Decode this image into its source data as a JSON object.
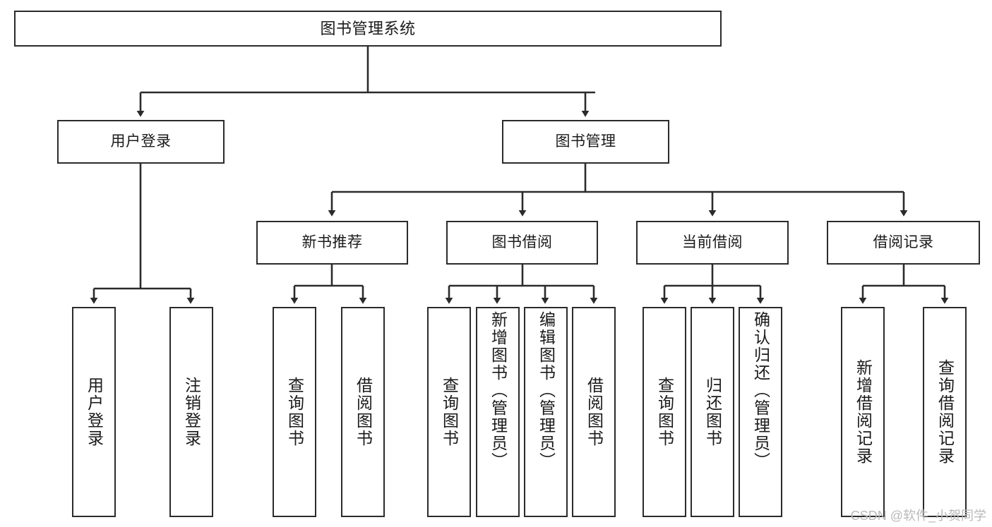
{
  "diagram": {
    "title": "图书管理系统",
    "type": "tree",
    "watermark": "CSDN @软件_小贺同学",
    "colors": {
      "box_border": "#2b2b2b",
      "box_fill": "#ffffff",
      "edge": "#2b2b2b",
      "text": "#1a1a1a",
      "watermark": "#b9b9b9"
    },
    "nodes": {
      "root": {
        "label": "图书管理系统"
      },
      "level2": [
        {
          "id": "user-login",
          "label": "用户登录"
        },
        {
          "id": "book-manage",
          "label": "图书管理"
        }
      ],
      "level3": [
        {
          "id": "new-book-rec",
          "label": "新书推荐"
        },
        {
          "id": "book-borrow",
          "label": "图书借阅"
        },
        {
          "id": "current-borrow",
          "label": "当前借阅"
        },
        {
          "id": "borrow-record",
          "label": "借阅记录"
        }
      ],
      "leaves": {
        "user-login": [
          {
            "id": "leaf-user-login",
            "label": "用户登录"
          },
          {
            "id": "leaf-user-logout",
            "label": "注销登录"
          }
        ],
        "new-book-rec": [
          {
            "id": "leaf-query-book-1",
            "label": "查询图书"
          },
          {
            "id": "leaf-borrow-book-1",
            "label": "借阅图书"
          }
        ],
        "book-borrow": [
          {
            "id": "leaf-query-book-2",
            "label": "查询图书"
          },
          {
            "id": "leaf-add-book",
            "label": "新增图书（管理员）"
          },
          {
            "id": "leaf-edit-book",
            "label": "编辑图书（管理员）"
          },
          {
            "id": "leaf-borrow-book-2",
            "label": "借阅图书"
          }
        ],
        "current-borrow": [
          {
            "id": "leaf-query-book-3",
            "label": "查询图书"
          },
          {
            "id": "leaf-return-book",
            "label": "归还图书"
          },
          {
            "id": "leaf-confirm-return",
            "label": "确认归还（管理员）"
          }
        ],
        "borrow-record": [
          {
            "id": "leaf-add-record",
            "label": "新增借阅记录"
          },
          {
            "id": "leaf-query-record",
            "label": "查询借阅记录"
          }
        ]
      }
    }
  }
}
